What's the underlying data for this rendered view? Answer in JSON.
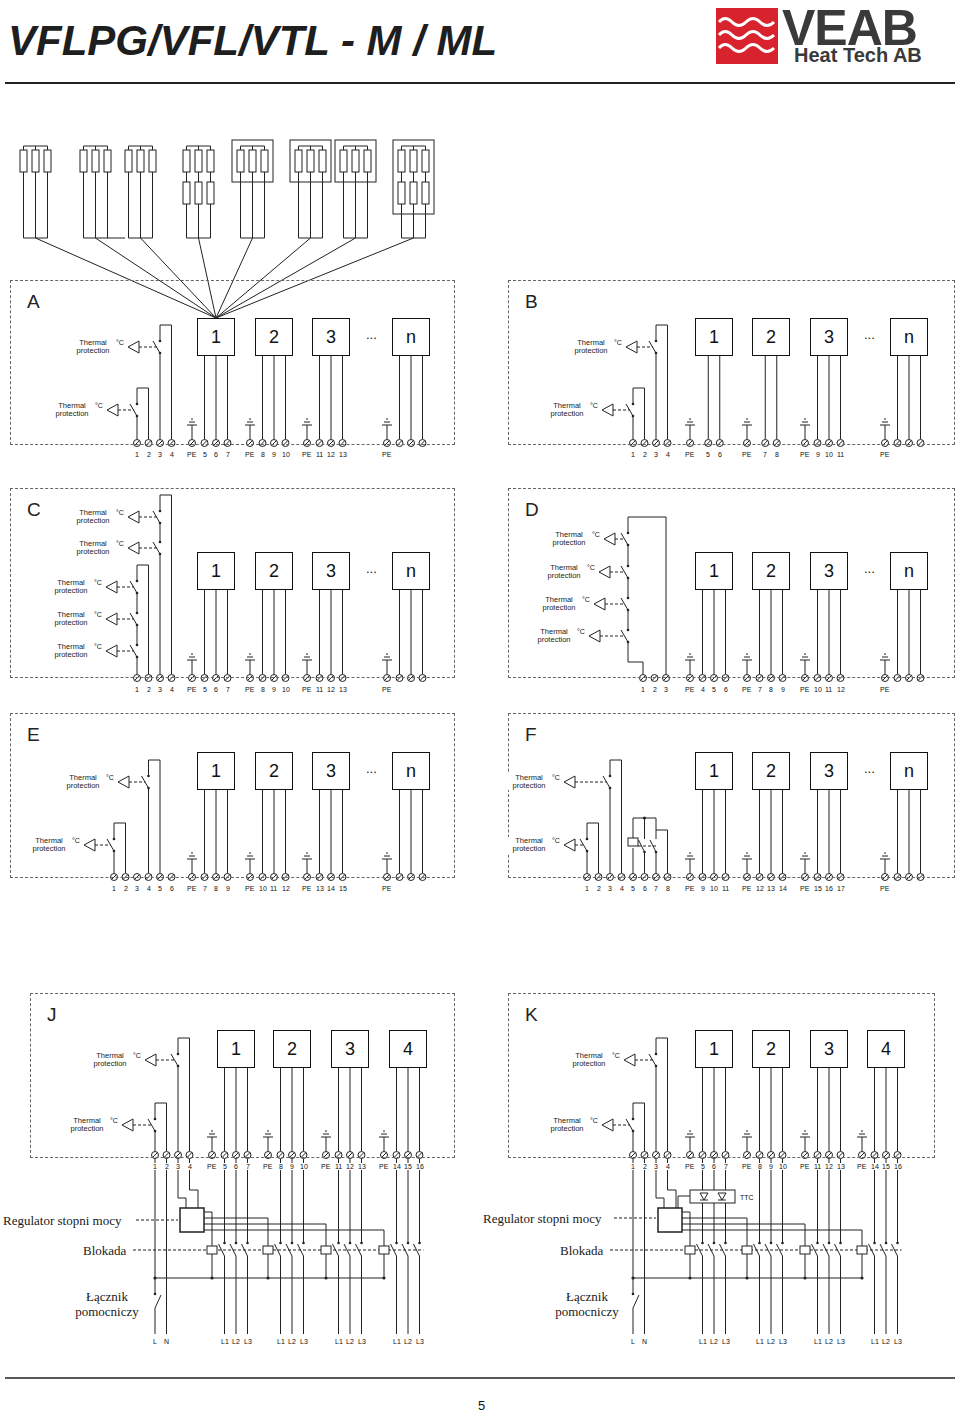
{
  "diagram": {
    "title": "VFLPG/VFL/VTL - M / ML",
    "nodes": [
      {
        "text": [
          "A"
        ]
      },
      {
        "text": [
          "1"
        ],
        "in": 0
      },
      {
        "text": [
          "2"
        ],
        "in": 0
      },
      {
        "text": [
          "3"
        ],
        "in": 0
      },
      {
        "text": [
          "n"
        ],
        "in": 0
      },
      {
        "text": [
          "B"
        ]
      },
      {
        "text": [
          "1"
        ],
        "in": 5
      },
      {
        "text": [
          "2"
        ],
        "in": 5
      },
      {
        "text": [
          "3"
        ],
        "in": 5
      },
      {
        "text": [
          "n"
        ],
        "in": 5
      },
      {
        "text": [
          "C"
        ]
      },
      {
        "text": [
          "1"
        ],
        "in": 10
      },
      {
        "text": [
          "2"
        ],
        "in": 10
      },
      {
        "text": [
          "3"
        ],
        "in": 10
      },
      {
        "text": [
          "n"
        ],
        "in": 10
      },
      {
        "text": [
          "D"
        ]
      },
      {
        "text": [
          "1"
        ],
        "in": 15
      },
      {
        "text": [
          "2"
        ],
        "in": 15
      },
      {
        "text": [
          "3"
        ],
        "in": 15
      },
      {
        "text": [
          "n"
        ],
        "in": 15
      },
      {
        "text": [
          "E"
        ]
      },
      {
        "text": [
          "1"
        ],
        "in": 20
      },
      {
        "text": [
          "2"
        ],
        "in": 20
      },
      {
        "text": [
          "3"
        ],
        "in": 20
      },
      {
        "text": [
          "n"
        ],
        "in": 20
      },
      {
        "text": [
          "F"
        ]
      },
      {
        "text": [
          "1"
        ],
        "in": 25
      },
      {
        "text": [
          "2"
        ],
        "in": 25
      },
      {
        "text": [
          "3"
        ],
        "in": 25
      },
      {
        "text": [
          "n"
        ],
        "in": 25
      },
      {
        "text": [
          "J"
        ]
      },
      {
        "text": [
          "1"
        ],
        "in": 30
      },
      {
        "text": [
          "2"
        ],
        "in": 30
      },
      {
        "text": [
          "3"
        ],
        "in": 30
      },
      {
        "text": [
          "4"
        ],
        "in": 30
      },
      {
        "text": [
          "K"
        ]
      },
      {
        "text": [
          "1"
        ],
        "in": 35
      },
      {
        "text": [
          "2"
        ],
        "in": 35
      },
      {
        "text": [
          "3"
        ],
        "in": 35
      },
      {
        "text": [
          "4"
        ],
        "in": 35
      }
    ],
    "labels": [
      "VEAB",
      "Heat Tech AB",
      "Thermal protection",
      "°C",
      "Thermal protection",
      "°C",
      "...",
      "1",
      "2",
      "3",
      "4",
      "PE",
      "5",
      "6",
      "7",
      "PE",
      "8",
      "9",
      "10",
      "PE",
      "11",
      "12",
      "13",
      "PE",
      "Thermal protection",
      "°C",
      "Thermal protection",
      "°C",
      "...",
      "1",
      "2",
      "3",
      "4",
      "PE",
      "5",
      "6",
      "PE",
      "7",
      "8",
      "PE",
      "9",
      "10",
      "11",
      "PE",
      "Thermal protection",
      "°C",
      "Thermal protection",
      "°C",
      "Thermal protection",
      "°C",
      "Thermal protection",
      "°C",
      "Thermal protection",
      "°C",
      "...",
      "1",
      "2",
      "3",
      "4",
      "PE",
      "5",
      "6",
      "7",
      "PE",
      "8",
      "9",
      "10",
      "PE",
      "11",
      "12",
      "13",
      "PE",
      "Thermal protection",
      "°C",
      "Thermal protection",
      "°C",
      "Thermal protection",
      "°C",
      "Thermal protection",
      "°C",
      "...",
      "1",
      "2",
      "3",
      "PE",
      "4",
      "5",
      "6",
      "PE",
      "7",
      "8",
      "9",
      "PE",
      "10",
      "11",
      "12",
      "PE",
      "Thermal protection",
      "°C",
      "Thermal protection",
      "°C",
      "...",
      "1",
      "2",
      "3",
      "4",
      "5",
      "6",
      "PE",
      "7",
      "8",
      "9",
      "PE",
      "10",
      "11",
      "12",
      "PE",
      "13",
      "14",
      "15",
      "PE",
      "Thermal protection",
      "°C",
      "Thermal protection",
      "°C",
      "...",
      "1",
      "2",
      "3",
      "4",
      "5",
      "6",
      "7",
      "8",
      "PE",
      "9",
      "10",
      "11",
      "PE",
      "12",
      "13",
      "14",
      "PE",
      "15",
      "16",
      "17",
      "PE",
      "Thermal protection",
      "°C",
      "Thermal protection",
      "°C",
      "1",
      "2",
      "3",
      "4",
      "PE",
      "5",
      "6",
      "7",
      "PE",
      "8",
      "9",
      "10",
      "PE",
      "11",
      "12",
      "13",
      "PE",
      "14",
      "15",
      "16",
      "Regulator stopni mocy",
      "Blokada",
      "Łącznik pomocniczy",
      "L",
      "N",
      "L1",
      "L2",
      "L3",
      "L1",
      "L2",
      "L3",
      "L1",
      "L2",
      "L3",
      "L1",
      "L2",
      "L3",
      "Thermal protection",
      "°C",
      "Thermal protection",
      "°C",
      "1",
      "2",
      "3",
      "4",
      "PE",
      "5",
      "6",
      "7",
      "PE",
      "8",
      "9",
      "10",
      "PE",
      "11",
      "12",
      "13",
      "PE",
      "14",
      "15",
      "16",
      "TTC",
      "Regulator stopni mocy",
      "Blokada",
      "Łącznik pomocniczy",
      "L",
      "N",
      "L1",
      "L2",
      "L3",
      "L1",
      "L2",
      "L3",
      "L1",
      "L2",
      "L3",
      "L1",
      "L2",
      "L3",
      "5"
    ]
  }
}
